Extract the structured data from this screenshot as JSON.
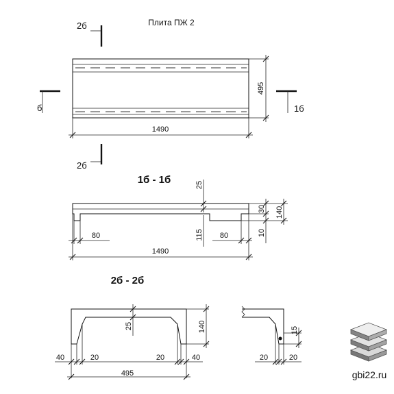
{
  "title": "Плита ПЖ 2",
  "section_marks": {
    "cut_2b": "2б",
    "cut_1b": "1б",
    "cut_1b_left": "б"
  },
  "plan": {
    "length": "1490",
    "width": "495"
  },
  "section_1b": {
    "title": "1б - 1б",
    "dim_thickness": "25",
    "dim_30": "30",
    "dim_140": "140",
    "dim_10": "10",
    "dim_115": "115",
    "dim_80_left": "80",
    "dim_80_right": "80",
    "dim_length": "1490"
  },
  "section_2b": {
    "title": "2б - 2б",
    "dim_25": "25",
    "dim_140": "140",
    "dim_40_left": "40",
    "dim_20_left": "20",
    "dim_20_right": "20",
    "dim_40_right": "40",
    "dim_width": "495"
  },
  "detail": {
    "dim_15": "15",
    "dim_20_left": "20",
    "dim_20_right": "20"
  },
  "watermark": {
    "text": "gbi22.ru"
  }
}
